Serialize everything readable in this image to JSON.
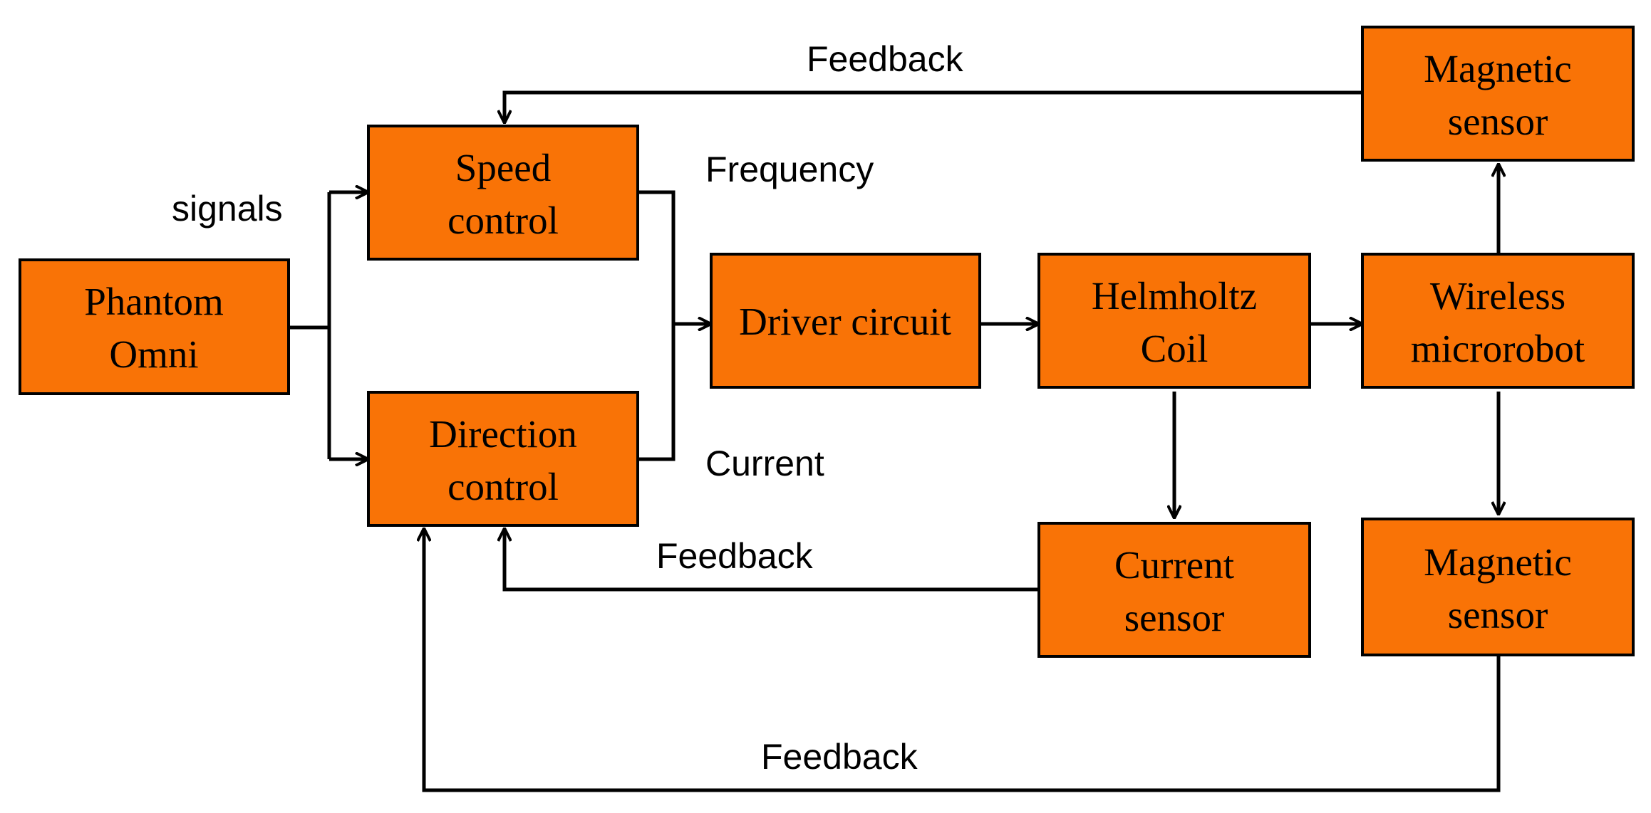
{
  "colors": {
    "box_fill": "#f97306",
    "box_stroke": "#000000",
    "line": "#000000",
    "background": "#ffffff"
  },
  "nodes": {
    "phantom_omni": [
      "Phantom",
      "Omni"
    ],
    "speed_control": [
      "Speed",
      "control"
    ],
    "direction_control": [
      "Direction",
      "control"
    ],
    "driver_circuit": [
      "Driver circuit"
    ],
    "helmholtz_coil": [
      "Helmholtz",
      "Coil"
    ],
    "wireless_microrobot": [
      "Wireless",
      "microrobot"
    ],
    "magnetic_sensor_top": [
      "Magnetic",
      "sensor"
    ],
    "current_sensor": [
      "Current",
      "sensor"
    ],
    "magnetic_sensor_bottom": [
      "Magnetic",
      "sensor"
    ]
  },
  "labels": {
    "feedback_top": "Feedback",
    "signals": "signals",
    "frequency": "Frequency",
    "current": "Current",
    "feedback_middle": "Feedback",
    "feedback_bottom": "Feedback"
  }
}
